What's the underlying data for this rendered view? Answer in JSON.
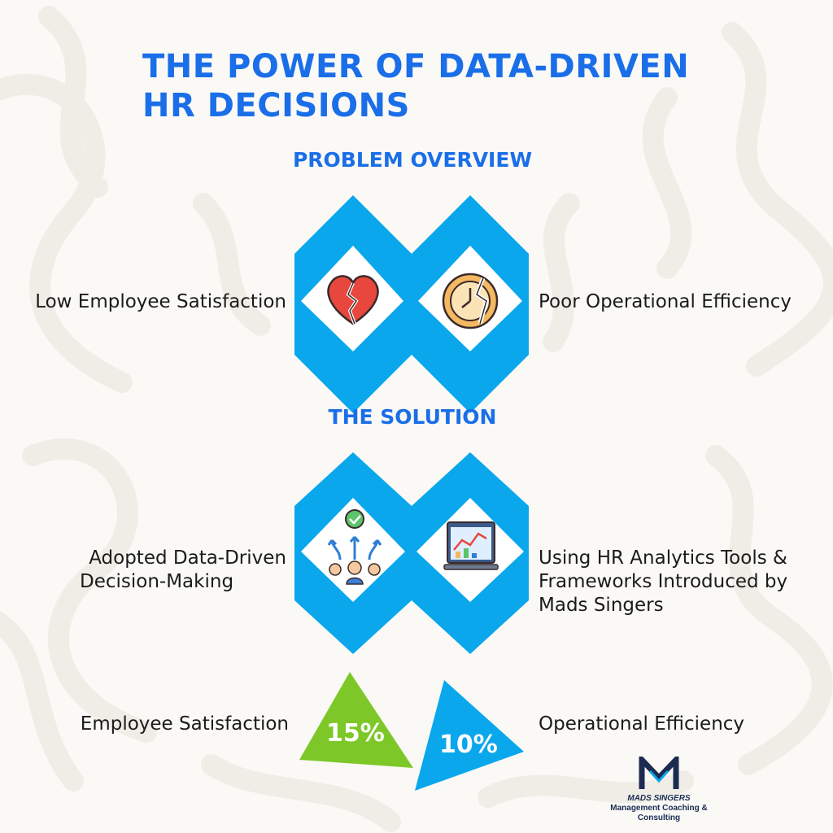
{
  "title": {
    "line1": "THE POWER OF DATA-DRIVEN",
    "line2": "HR DECISIONS"
  },
  "problem": {
    "heading": "PROBLEM OVERVIEW",
    "left_label": "Low Employee Satisfaction",
    "right_label": "Poor Operational Efficiency",
    "left_icon": "broken-heart-icon",
    "right_icon": "broken-clock-icon"
  },
  "solution": {
    "heading": "THE SOLUTION",
    "left_label_lines": [
      "Adopted Data-Driven",
      "Decision-Making"
    ],
    "right_label_lines": [
      "Using HR Analytics Tools &",
      "Frameworks Introduced by",
      "Mads Singers"
    ],
    "left_icon": "team-decision-icon",
    "right_icon": "analytics-dashboard-icon"
  },
  "results": {
    "left_label": "Employee Satisfaction",
    "left_value": "15%",
    "right_label": "Operational Efficiency",
    "right_value": "10%"
  },
  "logo": {
    "name": "MADS SINGERS",
    "tagline": "Management Coaching & Consulting",
    "icon": "ms-monogram-icon"
  },
  "colors": {
    "accent_blue": "#1a6ee8",
    "shape_blue": "#0aa7ec",
    "green": "#7dc828",
    "logo_navy": "#1b2b52"
  }
}
